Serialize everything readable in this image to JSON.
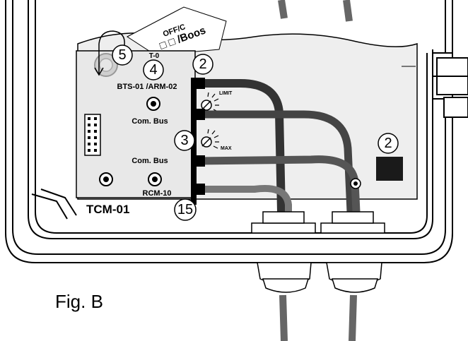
{
  "module": {
    "name": "TCM-01",
    "top_label": "T-0",
    "labels": {
      "bts_arm": "BTS-01 /ARM-02",
      "com_bus_upper": "Com. Bus",
      "com_bus_lower": "Com. Bus",
      "rcm": "RCM-10"
    }
  },
  "paper_tag": {
    "line1": "OFF/C",
    "line2": "□ □ /Boos"
  },
  "pot_labels": {
    "limit": "LIMIT",
    "max": "MAX"
  },
  "callouts": {
    "c5": "5",
    "c4": "4",
    "c2_top": "2",
    "c3": "3",
    "c2_right": "2",
    "c15": "15"
  },
  "caption": "Fig. B"
}
